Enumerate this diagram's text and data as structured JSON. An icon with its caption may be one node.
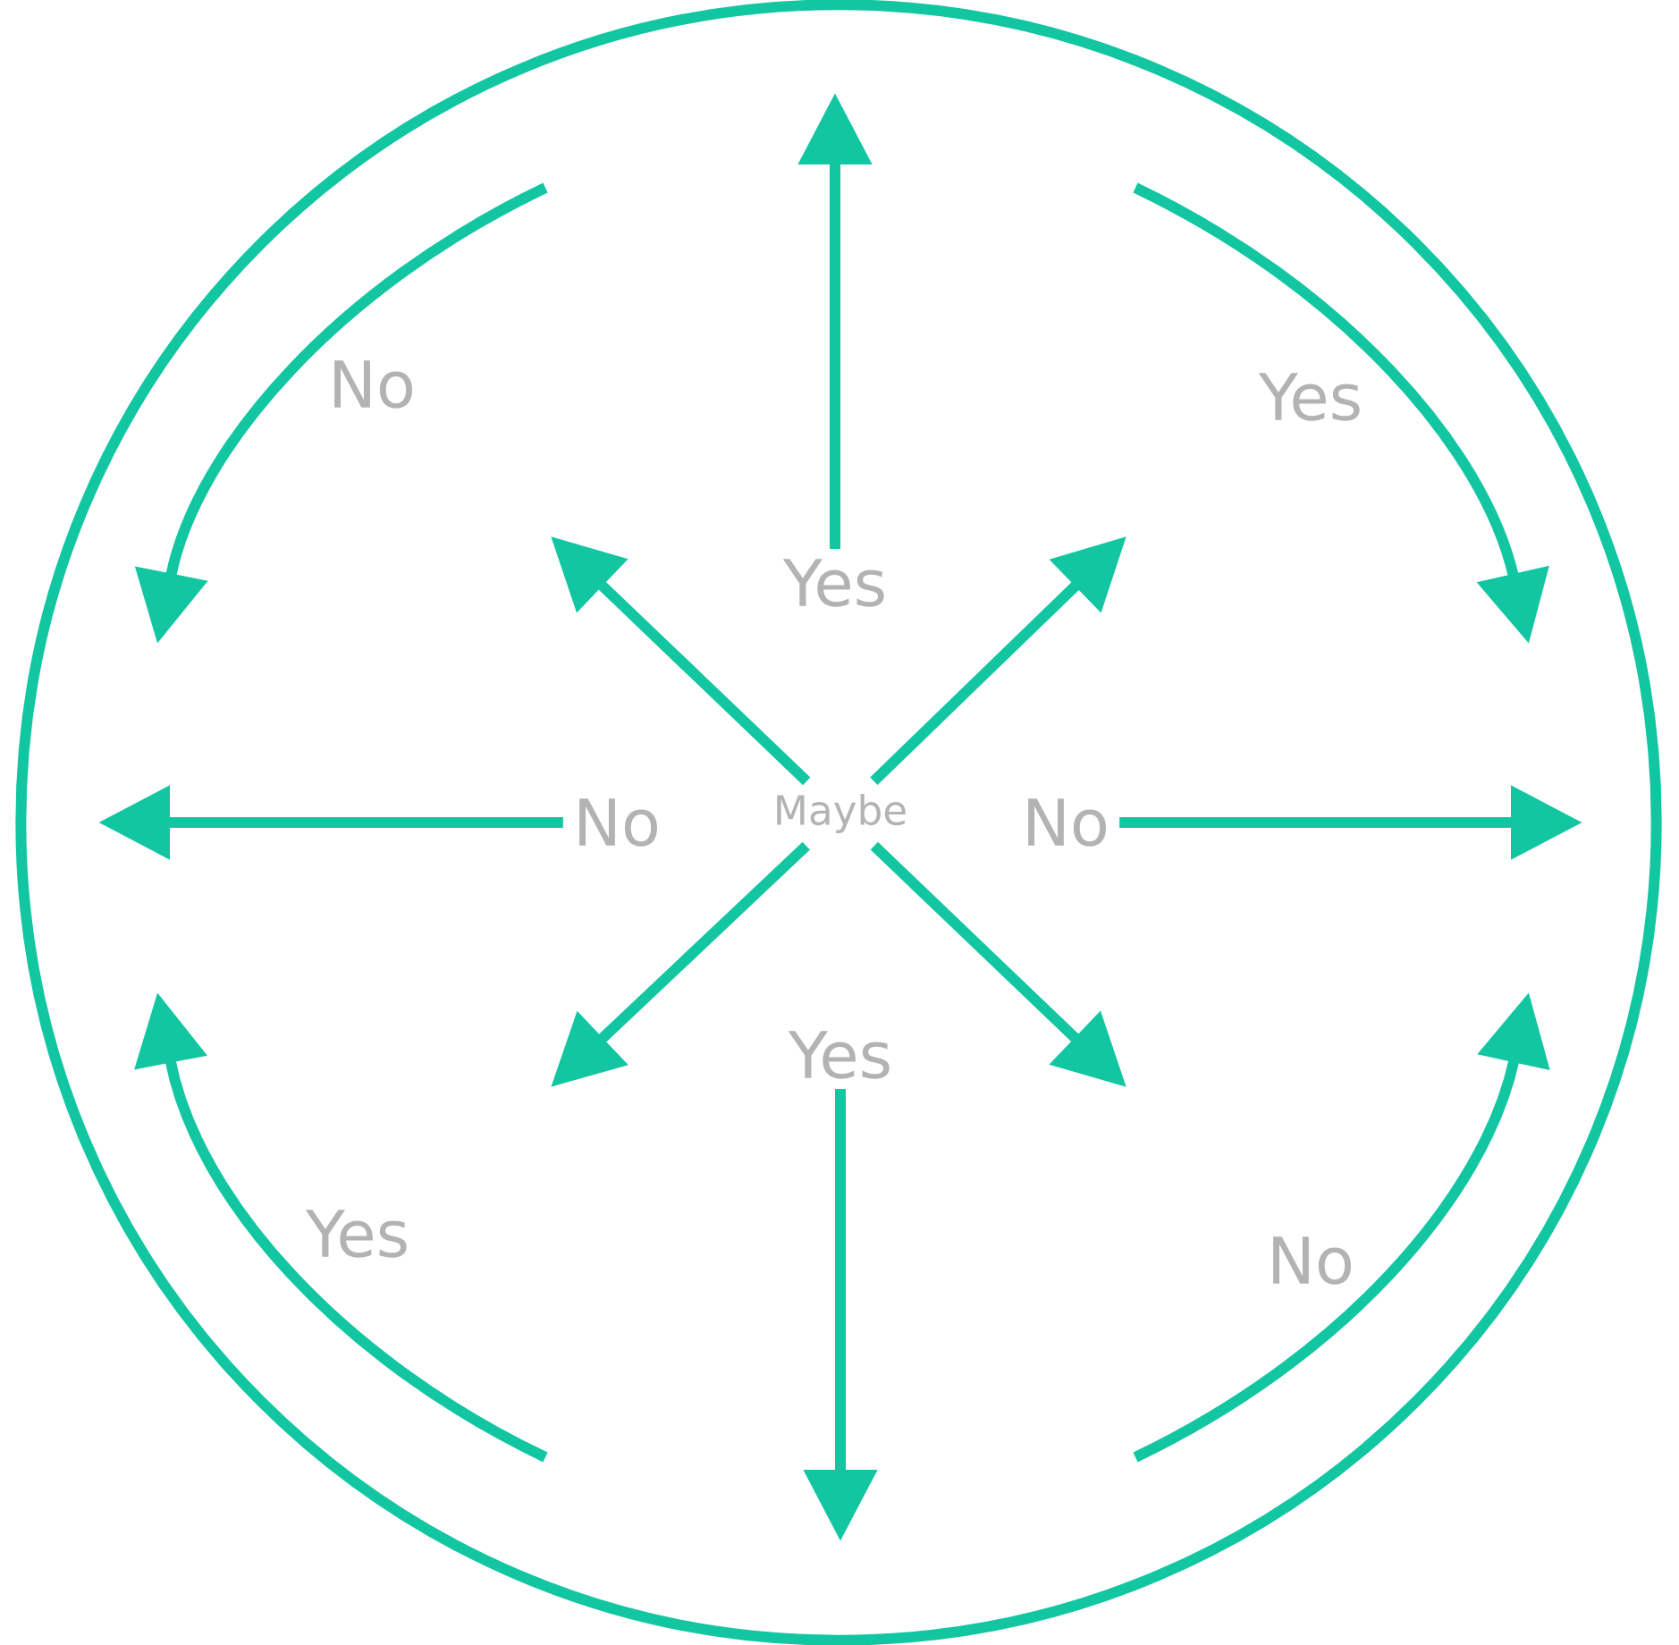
{
  "diagram": {
    "nodes": [
      {
        "text": [],
        "shape": "circle"
      },
      {
        "text": [
          "Maybe"
        ],
        "in": 0
      },
      {
        "text": [
          "Yes"
        ],
        "in": 0
      },
      {
        "text": [
          "No"
        ],
        "in": 0
      },
      {
        "text": [
          "No"
        ],
        "in": 0
      },
      {
        "text": [
          "Yes"
        ],
        "in": 0
      }
    ],
    "edges": [
      {
        "from": 1,
        "to": null,
        "arrow": "to"
      },
      {
        "from": 1,
        "to": null,
        "arrow": "to"
      },
      {
        "from": 1,
        "to": null,
        "arrow": "to"
      },
      {
        "from": 1,
        "to": null,
        "arrow": "to"
      },
      {
        "from": 2,
        "to": null,
        "arrow": "to"
      },
      {
        "from": 3,
        "to": null,
        "arrow": "to"
      },
      {
        "from": 4,
        "to": null,
        "arrow": "to"
      },
      {
        "from": 5,
        "to": null,
        "arrow": "to"
      }
    ],
    "labels": [
      "No",
      "Yes",
      "Yes",
      "No"
    ]
  }
}
